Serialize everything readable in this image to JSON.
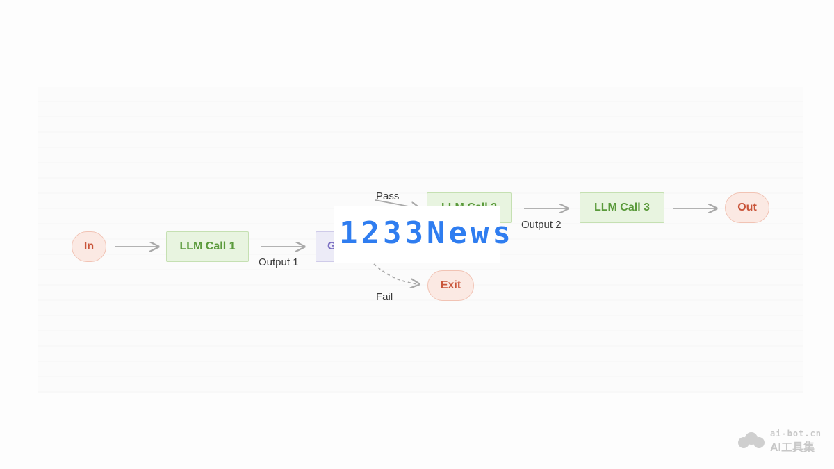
{
  "diagram": {
    "nodes": {
      "in": "In",
      "llm_call_1": "LLM Call 1",
      "gate": "G",
      "llm_call_2": "LLM Call 2",
      "llm_call_3": "LLM Call 3",
      "out": "Out",
      "exit": "Exit"
    },
    "edge_labels": {
      "output_1": "Output 1",
      "output_2": "Output 2",
      "pass": "Pass",
      "fail": "Fail"
    },
    "colors": {
      "pill_fill": "#fbe9e3",
      "pill_text": "#c9553a",
      "box_fill": "#e8f4e0",
      "box_text": "#5a9a3b",
      "gate_fill": "#ecebf7",
      "gate_text": "#7b6fc2",
      "arrow": "#a9a9a9"
    }
  },
  "watermarks": {
    "banner": "1233News",
    "corner_url": "ai-bot.cn",
    "corner_brand": "AI工具集"
  }
}
